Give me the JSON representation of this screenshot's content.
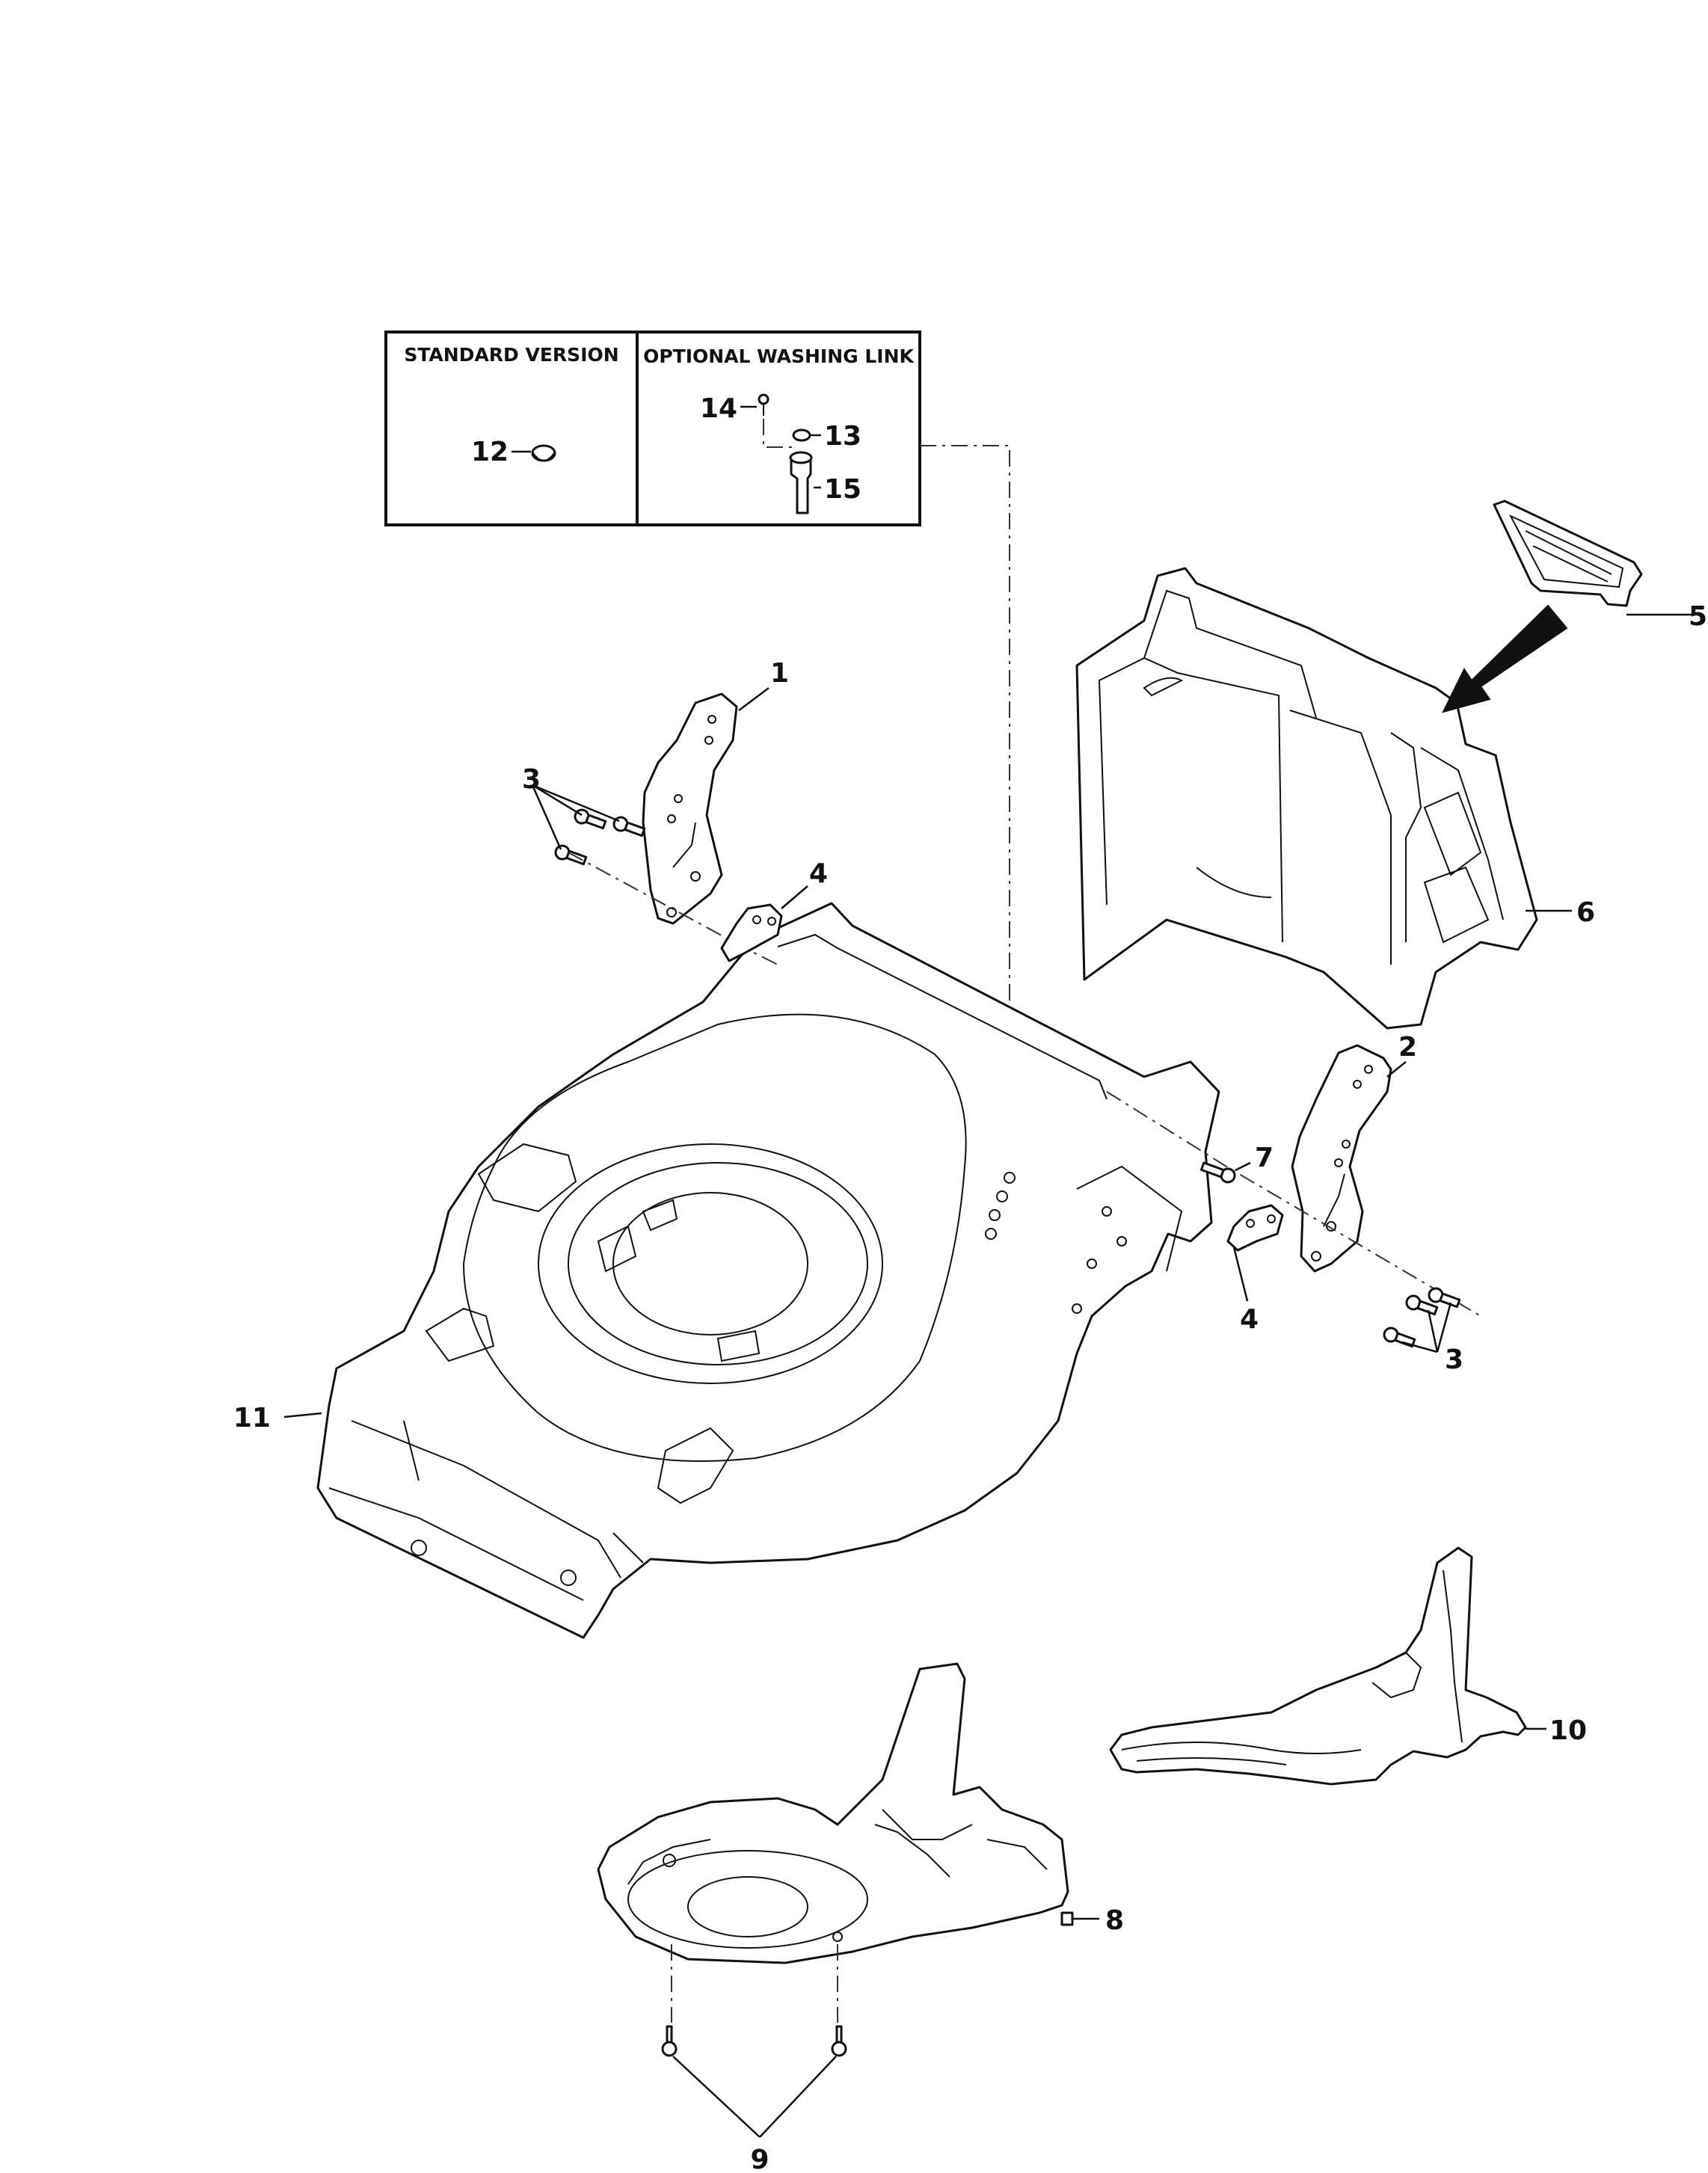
{
  "inset": {
    "standard_header": "STANDARD VERSION",
    "optional_header": "OPTIONAL WASHING LINK"
  },
  "callouts": {
    "c1": "1",
    "c2": "2",
    "c3a": "3",
    "c3b": "3",
    "c4a": "4",
    "c4b": "4",
    "c5": "5",
    "c6": "6",
    "c7": "7",
    "c8": "8",
    "c9": "9",
    "c10": "10",
    "c11": "11",
    "c12": "12",
    "c13": "13",
    "c14": "14",
    "c15": "15"
  }
}
